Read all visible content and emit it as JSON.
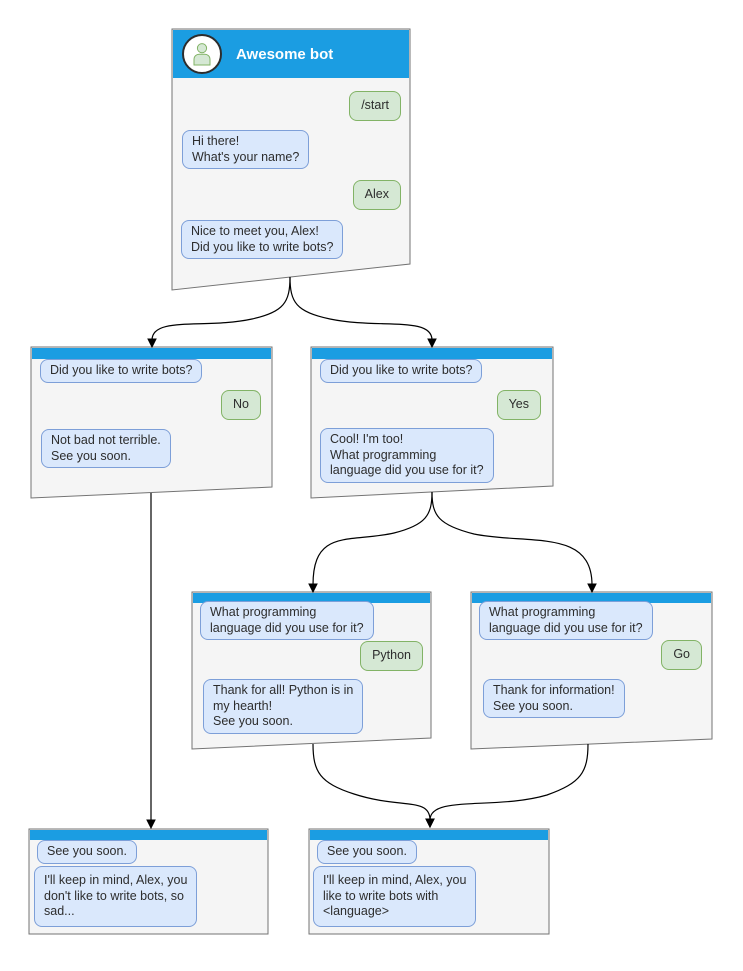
{
  "colors": {
    "header_blue": "#1b9de2",
    "window_fill": "#f5f5f5",
    "window_border": "#737373",
    "bot_fill": "#dae8fc",
    "bot_border": "#7d9fd8",
    "user_fill": "#d5e8d4",
    "user_border": "#82b366",
    "arrow_color": "#000000"
  },
  "diagram": {
    "bot_title": "Awesome bot",
    "main": {
      "user_start": "/start",
      "bot_greet": "Hi there!\nWhat's your name?",
      "user_name": "Alex",
      "bot_ask": "Nice to meet you, Alex!\nDid you like to write bots?"
    },
    "branch_no": {
      "question": "Did you like to write bots?",
      "answer": "No",
      "reply": "Not bad not terrible.\nSee you soon."
    },
    "branch_yes": {
      "question": "Did you like to write bots?",
      "answer": "Yes",
      "reply": "Cool! I'm too!\nWhat programming\nlanguage did you use for it?"
    },
    "branch_python": {
      "question": "What programming\nlanguage did you use for it?",
      "answer": "Python",
      "reply": "Thank for all! Python is in\nmy hearth!\nSee you soon."
    },
    "branch_go": {
      "question": "What programming\nlanguage did you use for it?",
      "answer": "Go",
      "reply": "Thank for information!\nSee you soon."
    },
    "end_no": {
      "question": "See you soon.",
      "reply": "I'll keep in mind, Alex, you\ndon't like to write bots, so\nsad..."
    },
    "end_yes": {
      "question": "See you soon.",
      "reply": "I'll keep in mind, Alex, you\nlike to write bots with\n<language>"
    }
  }
}
